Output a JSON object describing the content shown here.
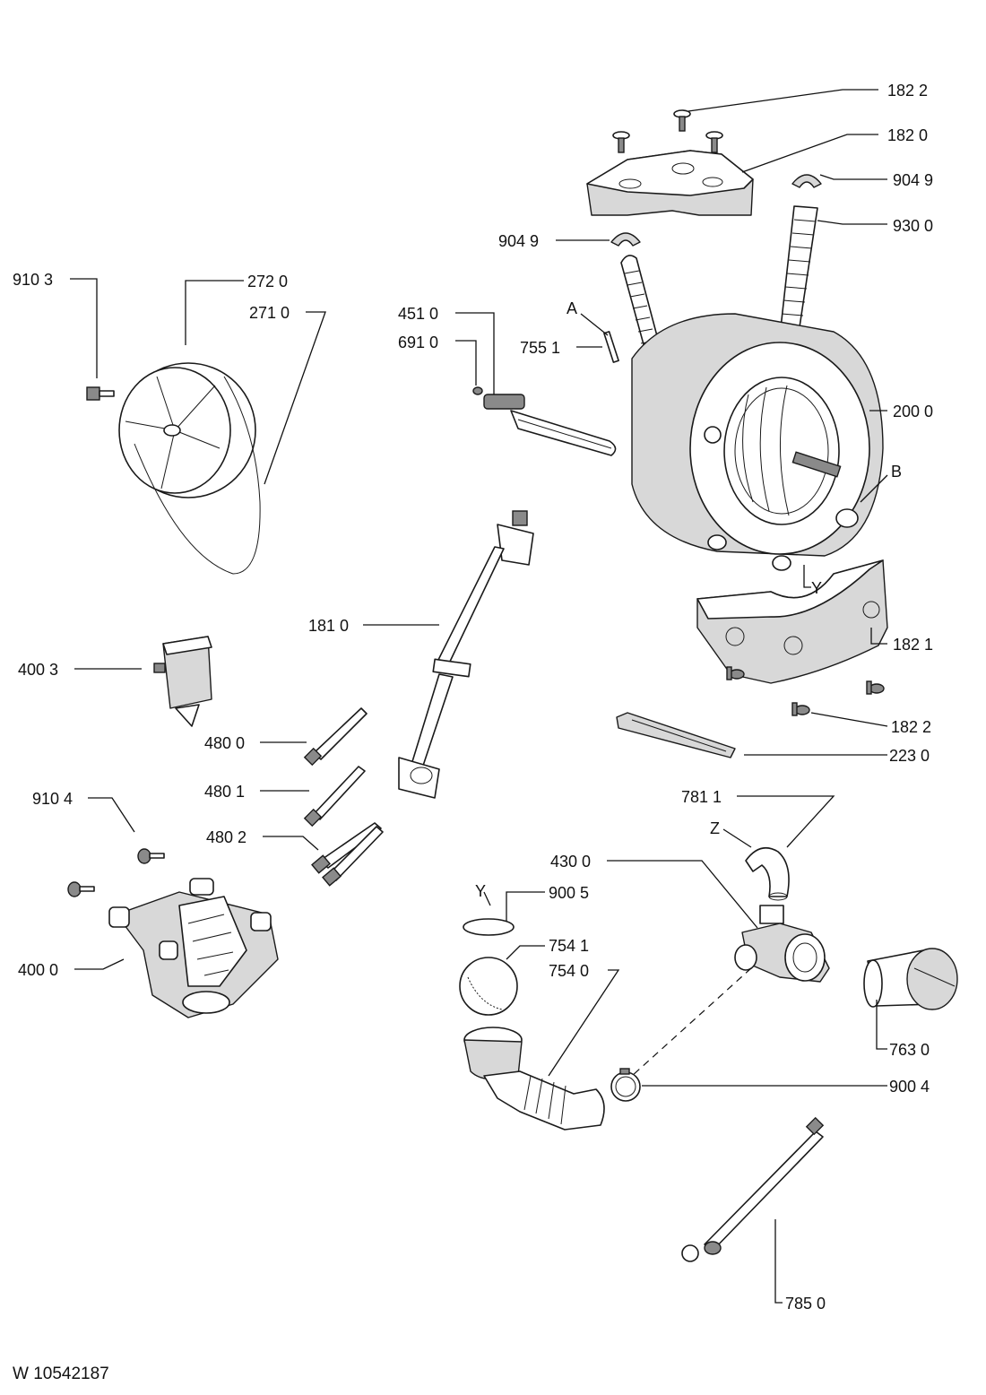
{
  "labels": {
    "l1822a": "182 2",
    "l1820": "182 0",
    "l9049a": "904 9",
    "l9049b": "904 9",
    "l9300": "930 0",
    "l9103": "910 3",
    "l2720": "272 0",
    "l2710": "271 0",
    "l4510": "451 0",
    "l6910": "691 0",
    "lA": "A",
    "l7551": "755 1",
    "l2000": "200 0",
    "lB": "B",
    "lY1": "Y",
    "l1821": "182 1",
    "l1810": "181 0",
    "l4003": "400 3",
    "l1822b": "182 2",
    "l4800": "480 0",
    "l2230": "223 0",
    "l4801": "480 1",
    "l7811": "781 1",
    "l9104": "910 4",
    "lZ": "Z",
    "l4802": "480 2",
    "l4300": "430 0",
    "lY2": "Y",
    "l9005": "900 5",
    "l7541": "754 1",
    "l4000": "400 0",
    "l7540": "754 0",
    "l7630": "763 0",
    "l9004": "900 4",
    "l7850": "785 0"
  },
  "document_id": "W 10542187"
}
